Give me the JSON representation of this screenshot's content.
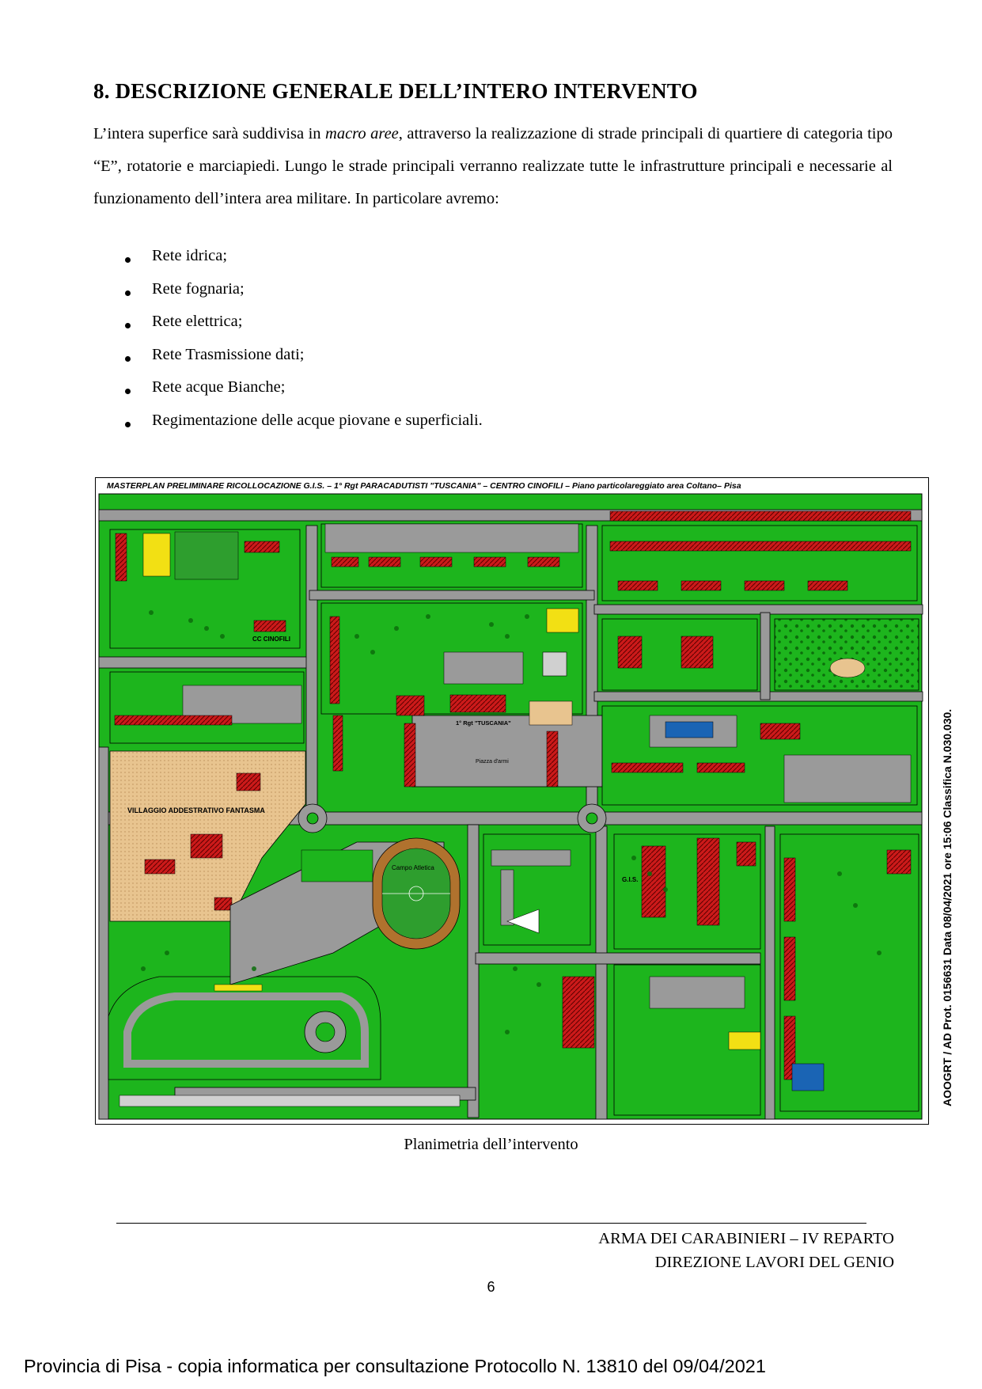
{
  "heading": "8. DESCRIZIONE GENERALE DELL’INTERO INTERVENTO",
  "paragraph": {
    "part1": "L’intera superfice sarà suddivisa in ",
    "emphasis": "macro aree",
    "part2": ", attraverso la realizzazione di strade principali di quartiere di categoria tipo “E”, rotatorie e marciapiedi. Lungo le strade principali verranno realizzate tutte le infrastrutture principali e necessarie al funzionamento dell’intera area militare. In particolare avremo:"
  },
  "bullets": [
    "Rete idrica;",
    "Rete fognaria;",
    "Rete elettrica;",
    "Rete Trasmissione dati;",
    "Rete acque Bianche;",
    "Regimentazione delle acque piovane e superficiali."
  ],
  "masterplan": {
    "title": "MASTERPLAN PRELIMINARE RICOLLOCAZIONE G.I.S. – 1° Rgt PARACADUTISTI \"TUSCANIA\" – CENTRO CINOFILI – Piano particolareggiato area Coltano– Pisa",
    "labels": {
      "cinofili": "CC CINOFILI",
      "tuscania": "1° Rgt \"TUSCANIA\"",
      "villaggio": "VILLAGGIO ADDESTRATIVO FANTASMA",
      "campo": "Campo Atletica",
      "gis": "G.I.S.",
      "piazza": "Piazza d'armi"
    },
    "colors": {
      "green": "#1db51d",
      "road": "#9a9a9a",
      "building": "#cc1a1a",
      "sand": "#e8c48f",
      "track": "#b0722e",
      "field": "#2e9e2e",
      "yellow": "#f2e014",
      "blue": "#1a64b4"
    }
  },
  "side_stamp": "AOOGRT / AD Prot. 0156631 Data 08/04/2021 ore 15:06 Classifica N.030.030.",
  "caption": "Planimetria dell’intervento",
  "office_line1": "ARMA DEI CARABINIERI – IV REPARTO",
  "office_line2": "DIREZIONE LAVORI DEL GENIO",
  "page_number": "6",
  "footer_note": "Provincia di Pisa - copia informatica per consultazione Protocollo N. 13810 del 09/04/2021"
}
